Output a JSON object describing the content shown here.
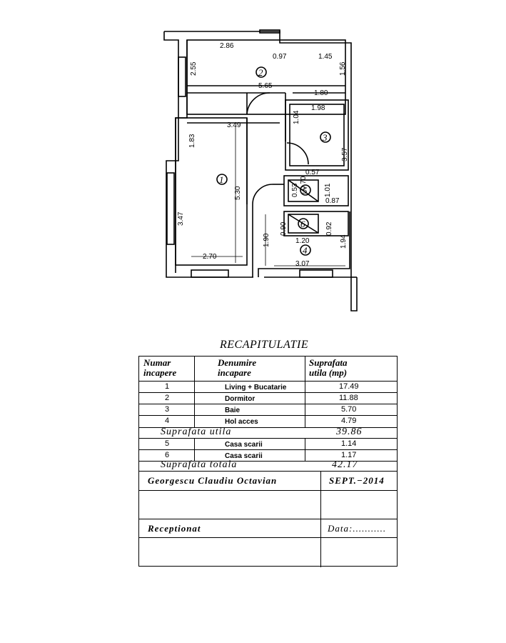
{
  "plan": {
    "dimensions": [
      "2.86",
      "0.97",
      "1.45",
      "2.55",
      "1.56",
      "5.65",
      "1.80",
      "1.98",
      "3.49",
      "1.83",
      "1.04",
      "3.57",
      "5.30",
      "0.57",
      "0.53",
      "0.70",
      "1.01",
      "0.87",
      "3.47",
      "0.90",
      "0.92",
      "1.90",
      "1.20",
      "1.94",
      "2.70",
      "3.07"
    ],
    "room_numbers": [
      "1",
      "2",
      "3",
      "4",
      "5",
      "6"
    ]
  },
  "recap": {
    "title": "RECAPITULATIE",
    "headers": {
      "col1_line1": "Numar",
      "col1_line2": "incapere",
      "col2_line1": "Denumire",
      "col2_line2": "incapare",
      "col3_line1": "Suprafata",
      "col3_line2": "utila  (mp)"
    },
    "rows": [
      {
        "nr": "1",
        "name": "Living + Bucatarie",
        "area": "17.49"
      },
      {
        "nr": "2",
        "name": "Dormitor",
        "area": "11.88"
      },
      {
        "nr": "3",
        "name": "Baie",
        "area": "5.70"
      },
      {
        "nr": "4",
        "name": "Hol acces",
        "area": "4.79"
      },
      {
        "nr": "5",
        "name": "Casa scarii",
        "area": "1.14"
      },
      {
        "nr": "6",
        "name": "Casa scarii",
        "area": "1.17"
      }
    ],
    "utila_label": "Suprafata utila",
    "utila_value": "39.86",
    "totala_label": "Suprafata totala",
    "totala_value": "42.17",
    "author": "Georgescu  Claudiu  Octavian",
    "date": "SEPT.−2014",
    "receptionat": "Receptionat",
    "data_label": "Data:..........."
  }
}
